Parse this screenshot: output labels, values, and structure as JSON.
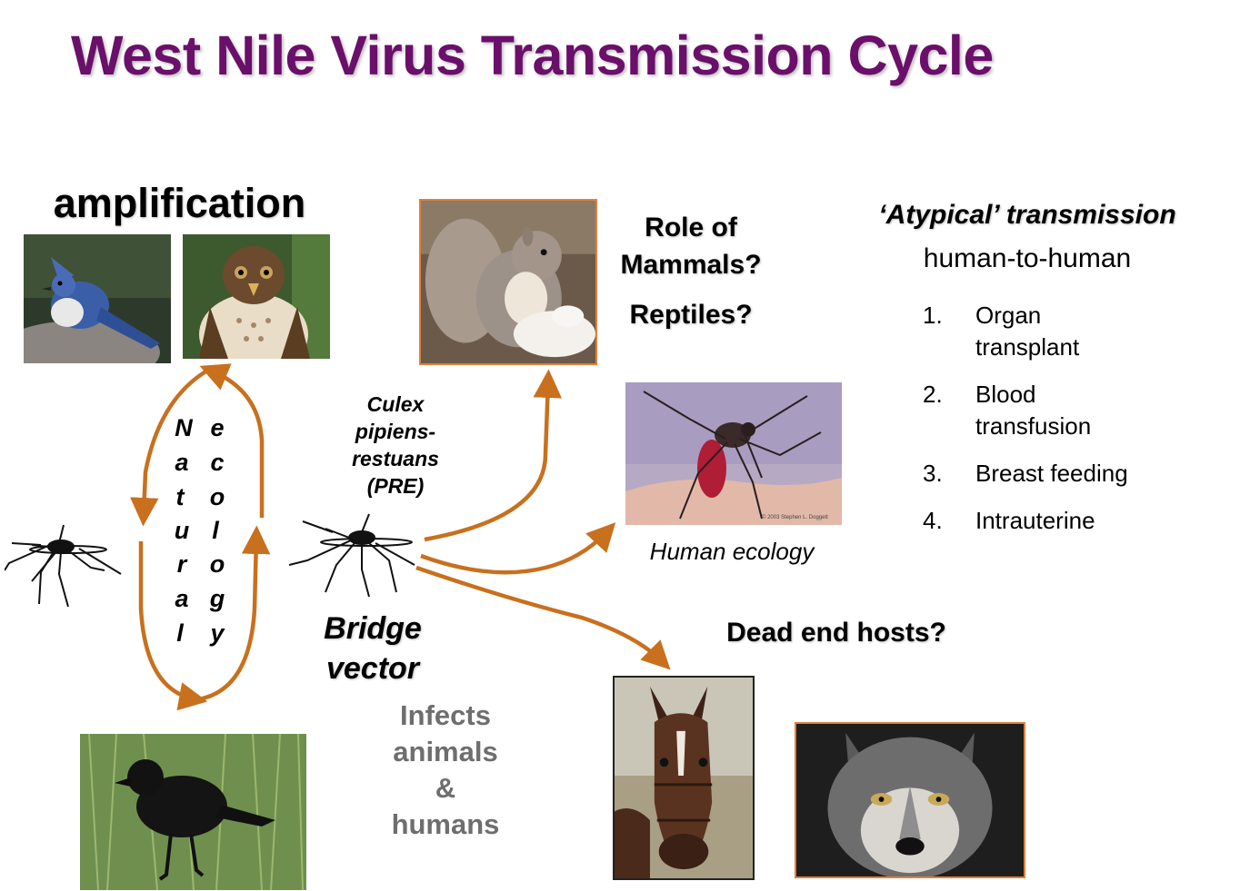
{
  "title": "West Nile Virus Transmission Cycle",
  "amplification": "amplification",
  "natural_ecology": {
    "left": [
      "N",
      "a",
      "t",
      "u",
      "r",
      "a",
      "l"
    ],
    "right": [
      "e",
      "c",
      "o",
      "l",
      "o",
      "g",
      "y"
    ]
  },
  "vector": {
    "species_lines": [
      "Culex",
      "pipiens-",
      "restuans",
      "(PRE)"
    ],
    "bridge_lines": [
      "Bridge",
      "vector"
    ]
  },
  "infects_lines": [
    "Infects",
    "animals",
    "&",
    "humans"
  ],
  "mammals": {
    "role_lines": [
      "Role of",
      "Mammals?"
    ],
    "reptiles": "Reptiles?"
  },
  "human_ecology": "Human ecology",
  "dead_end": "Dead end hosts?",
  "atypical": {
    "heading": "‘Atypical’ transmission",
    "subheading": "human-to-human",
    "items": [
      {
        "num": "1.",
        "lines": [
          "Organ",
          "transplant"
        ]
      },
      {
        "num": "2.",
        "lines": [
          "Blood",
          "transfusion"
        ]
      },
      {
        "num": "3.",
        "lines": [
          "Breast feeding"
        ]
      },
      {
        "num": "4.",
        "lines": [
          "Intrauterine"
        ]
      }
    ]
  },
  "photo_credit": "© 2003 Stephen L. Doggett",
  "colors": {
    "title": "#6a0f6a",
    "arrow": "#c8701e",
    "frame": "#e0803a",
    "muted_text": "#6e6e6e"
  }
}
